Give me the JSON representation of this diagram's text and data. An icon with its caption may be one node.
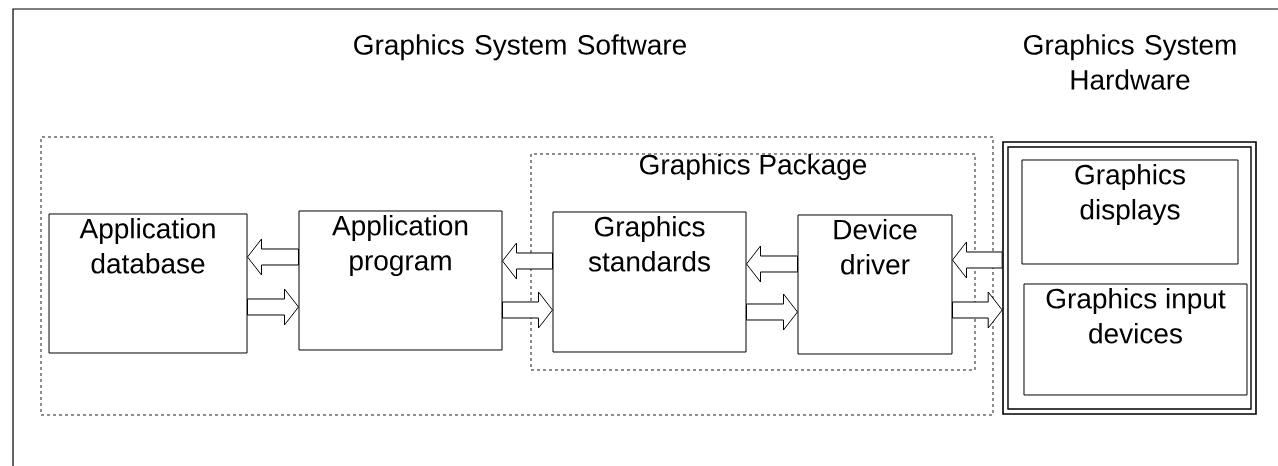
{
  "diagram": {
    "nodes": [
      {
        "text": [
          "Graphics System Software"
        ]
      },
      {
        "text": [
          "Application database"
        ],
        "in": 0
      },
      {
        "text": [
          "Application program"
        ],
        "in": 0
      },
      {
        "text": [
          "Graphics Package"
        ],
        "in": 0
      },
      {
        "text": [
          "Graphics standards"
        ],
        "in": 3
      },
      {
        "text": [
          "Device driver"
        ],
        "in": 3
      },
      {
        "text": [
          "Graphics System Hardware"
        ]
      },
      {
        "text": [
          "Graphics displays"
        ],
        "in": 6
      },
      {
        "text": [
          "Graphics input devices"
        ],
        "in": 6
      }
    ],
    "edges": [
      {
        "from": 2,
        "to": 1,
        "arrow": "to"
      },
      {
        "from": 1,
        "to": 2,
        "arrow": "to"
      },
      {
        "from": 4,
        "to": 2,
        "arrow": "to"
      },
      {
        "from": 2,
        "to": 4,
        "arrow": "to"
      },
      {
        "from": 5,
        "to": 4,
        "arrow": "to"
      },
      {
        "from": 4,
        "to": 5,
        "arrow": "to"
      },
      {
        "from": 6,
        "to": 5,
        "arrow": "to"
      },
      {
        "from": 5,
        "to": 6,
        "arrow": "to"
      }
    ]
  }
}
